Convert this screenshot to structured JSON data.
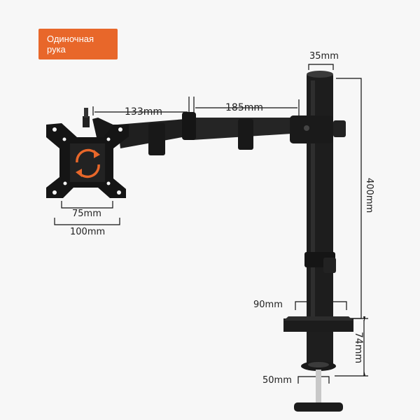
{
  "badge": {
    "line1": "Одиночная",
    "line2": "рука"
  },
  "dimensions": {
    "pole_diameter": "35mm",
    "arm_segment_1": "133mm",
    "arm_segment_2": "185mm",
    "pole_height": "400mm",
    "vesa_small": "75mm",
    "vesa_large": "100mm",
    "base_width": "90mm",
    "clamp_height": "74mm",
    "clamp_width": "50mm"
  },
  "colors": {
    "badge": "#e8672a",
    "metal": "#1c1c1c",
    "rotate_arrows": "#e8672a"
  }
}
